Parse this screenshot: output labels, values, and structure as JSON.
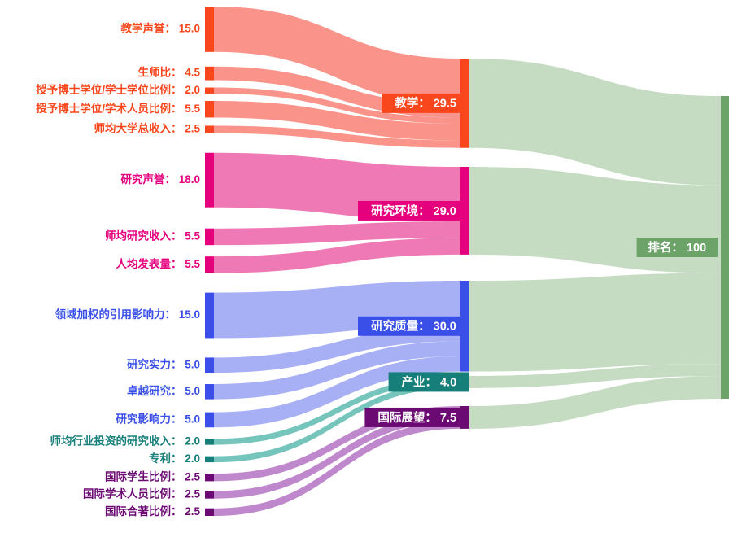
{
  "chart_data": {
    "type": "sankey",
    "title": "",
    "xlabel": "",
    "ylabel": "",
    "units_total": 100,
    "colors": {
      "teaching_node": "#F9461C",
      "teaching_link": "#FA9389",
      "research_env_node": "#E5007E",
      "research_env_link": "#EE79B4",
      "research_quality_node": "#3A4FE8",
      "research_quality_link": "#A7AFF5",
      "industry_node": "#167F79",
      "industry_link": "#76C5BD",
      "international_node": "#6C0A73",
      "international_link": "#C088CC",
      "rank_node": "#6CA368",
      "rank_link": "#C5DCC3",
      "background": "#FFFFFF"
    },
    "nodes": [
      {
        "id": "teaching_reputation",
        "label": "教学声誉",
        "value": "15.0",
        "column": 0,
        "color": "#F9461C"
      },
      {
        "id": "student_staff_ratio",
        "label": "生师比",
        "value": "4.5",
        "column": 0,
        "color": "#F9461C"
      },
      {
        "id": "doctorate_bachelor_ratio",
        "label": "授予博士学位/学士学位比例",
        "value": "2.0",
        "column": 0,
        "color": "#F9461C"
      },
      {
        "id": "doctorate_staff_ratio",
        "label": "授予博士学位/学术人员比例",
        "value": "5.5",
        "column": 0,
        "color": "#F9461C"
      },
      {
        "id": "institutional_income",
        "label": "师均大学总收入",
        "value": "2.5",
        "column": 0,
        "color": "#F9461C"
      },
      {
        "id": "research_reputation",
        "label": "研究声誉",
        "value": "18.0",
        "column": 0,
        "color": "#E5007E"
      },
      {
        "id": "research_income",
        "label": "师均研究收入",
        "value": "5.5",
        "column": 0,
        "color": "#E5007E"
      },
      {
        "id": "research_productivity",
        "label": "人均发表量",
        "value": "5.5",
        "column": 0,
        "color": "#E5007E"
      },
      {
        "id": "fwci",
        "label": "领域加权的引用影响力",
        "value": "15.0",
        "column": 0,
        "color": "#3A4FE8"
      },
      {
        "id": "research_strength",
        "label": "研究实力",
        "value": "5.0",
        "column": 0,
        "color": "#3A4FE8"
      },
      {
        "id": "research_excellence",
        "label": "卓越研究",
        "value": "5.0",
        "column": 0,
        "color": "#3A4FE8"
      },
      {
        "id": "research_influence",
        "label": "研究影响力",
        "value": "5.0",
        "column": 0,
        "color": "#3A4FE8"
      },
      {
        "id": "industry_income",
        "label": "师均行业投资的研究收入",
        "value": "2.0",
        "column": 0,
        "color": "#167F79"
      },
      {
        "id": "patents",
        "label": "专利",
        "value": "2.0",
        "column": 0,
        "color": "#167F79"
      },
      {
        "id": "intl_students",
        "label": "国际学生比例",
        "value": "2.5",
        "column": 0,
        "color": "#6C0A73"
      },
      {
        "id": "intl_staff",
        "label": "国际学术人员比例",
        "value": "2.5",
        "column": 0,
        "color": "#6C0A73"
      },
      {
        "id": "intl_coauthor",
        "label": "国际合著比例",
        "value": "2.5",
        "column": 0,
        "color": "#6C0A73"
      },
      {
        "id": "teaching",
        "label": "教学",
        "value": "29.5",
        "column": 1,
        "color": "#F9461C"
      },
      {
        "id": "research_environment",
        "label": "研究环境",
        "value": "29.0",
        "column": 1,
        "color": "#E5007E"
      },
      {
        "id": "research_quality",
        "label": "研究质量",
        "value": "30.0",
        "column": 1,
        "color": "#3A4FE8"
      },
      {
        "id": "industry",
        "label": "产业",
        "value": "4.0",
        "column": 1,
        "color": "#167F79"
      },
      {
        "id": "international_outlook",
        "label": "国际展望",
        "value": "7.5",
        "column": 1,
        "color": "#6C0A73"
      },
      {
        "id": "rank",
        "label": "排名",
        "value": "100",
        "column": 2,
        "color": "#6CA368"
      }
    ],
    "links": [
      {
        "source": "teaching_reputation",
        "target": "teaching",
        "value": 15.0
      },
      {
        "source": "student_staff_ratio",
        "target": "teaching",
        "value": 4.5
      },
      {
        "source": "doctorate_bachelor_ratio",
        "target": "teaching",
        "value": 2.0
      },
      {
        "source": "doctorate_staff_ratio",
        "target": "teaching",
        "value": 5.5
      },
      {
        "source": "institutional_income",
        "target": "teaching",
        "value": 2.5
      },
      {
        "source": "research_reputation",
        "target": "research_environment",
        "value": 18.0
      },
      {
        "source": "research_income",
        "target": "research_environment",
        "value": 5.5
      },
      {
        "source": "research_productivity",
        "target": "research_environment",
        "value": 5.5
      },
      {
        "source": "fwci",
        "target": "research_quality",
        "value": 15.0
      },
      {
        "source": "research_strength",
        "target": "research_quality",
        "value": 5.0
      },
      {
        "source": "research_excellence",
        "target": "research_quality",
        "value": 5.0
      },
      {
        "source": "research_influence",
        "target": "research_quality",
        "value": 5.0
      },
      {
        "source": "industry_income",
        "target": "industry",
        "value": 2.0
      },
      {
        "source": "patents",
        "target": "industry",
        "value": 2.0
      },
      {
        "source": "intl_students",
        "target": "international_outlook",
        "value": 2.5
      },
      {
        "source": "intl_staff",
        "target": "international_outlook",
        "value": 2.5
      },
      {
        "source": "intl_coauthor",
        "target": "international_outlook",
        "value": 2.5
      },
      {
        "source": "teaching",
        "target": "rank",
        "value": 29.5
      },
      {
        "source": "research_environment",
        "target": "rank",
        "value": 29.0
      },
      {
        "source": "research_quality",
        "target": "rank",
        "value": 30.0
      },
      {
        "source": "industry",
        "target": "rank",
        "value": 4.0
      },
      {
        "source": "international_outlook",
        "target": "rank",
        "value": 7.5
      }
    ],
    "label_separator": "： "
  }
}
